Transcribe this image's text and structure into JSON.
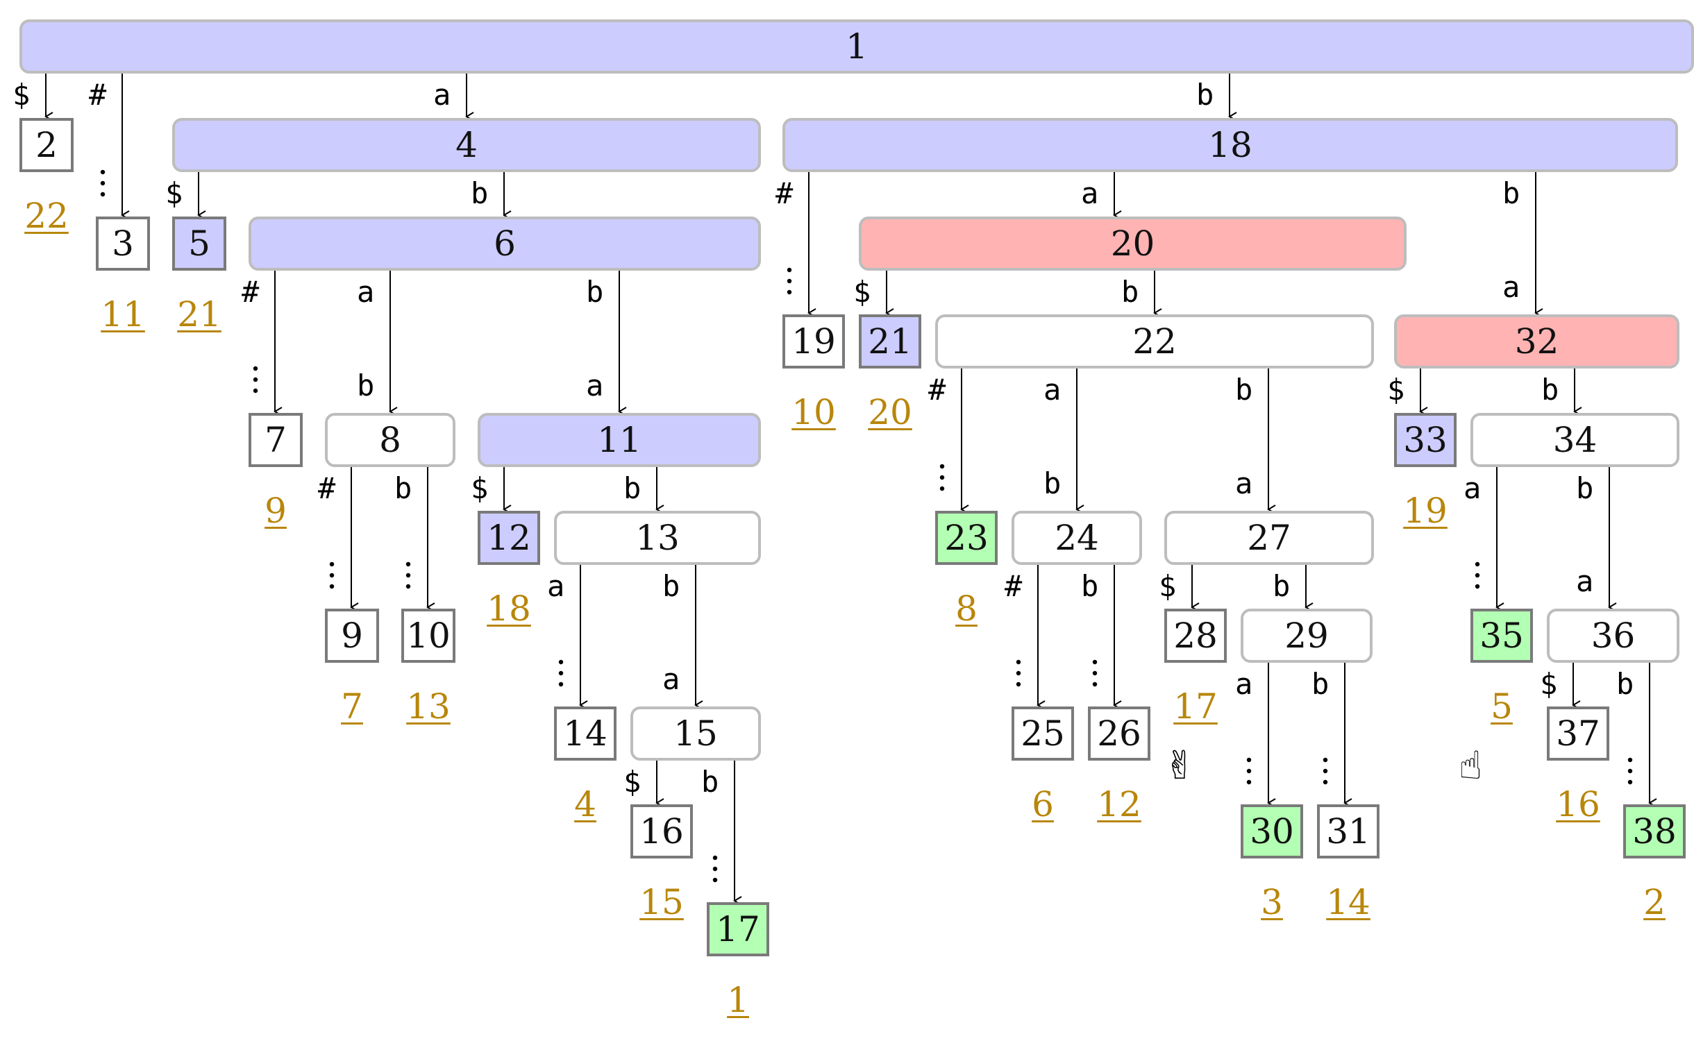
{
  "colors": {
    "blue": "#ccccff",
    "red": "#ffb3b3",
    "green": "#b3ffb3",
    "suffix_text": "#b8860b",
    "edge": "#000000"
  },
  "nodes": [
    {
      "id": "1",
      "label": "1",
      "color": "blue",
      "shape": "wide"
    },
    {
      "id": "2",
      "label": "2",
      "color": "white",
      "shape": "leaf"
    },
    {
      "id": "3",
      "label": "3",
      "color": "white",
      "shape": "leaf"
    },
    {
      "id": "4",
      "label": "4",
      "color": "blue",
      "shape": "wide"
    },
    {
      "id": "18",
      "label": "18",
      "color": "blue",
      "shape": "wide"
    },
    {
      "id": "5",
      "label": "5",
      "color": "blue",
      "shape": "leaf"
    },
    {
      "id": "6",
      "label": "6",
      "color": "blue",
      "shape": "wide"
    },
    {
      "id": "19",
      "label": "19",
      "color": "white",
      "shape": "leaf"
    },
    {
      "id": "20",
      "label": "20",
      "color": "red",
      "shape": "wide"
    },
    {
      "id": "21",
      "label": "21",
      "color": "blue",
      "shape": "leaf"
    },
    {
      "id": "22",
      "label": "22",
      "color": "white",
      "shape": "wide"
    },
    {
      "id": "32",
      "label": "32",
      "color": "red",
      "shape": "wide"
    },
    {
      "id": "7",
      "label": "7",
      "color": "white",
      "shape": "leaf"
    },
    {
      "id": "8",
      "label": "8",
      "color": "white",
      "shape": "wide"
    },
    {
      "id": "11",
      "label": "11",
      "color": "blue",
      "shape": "wide"
    },
    {
      "id": "9",
      "label": "9",
      "color": "white",
      "shape": "leaf"
    },
    {
      "id": "10",
      "label": "10",
      "color": "white",
      "shape": "leaf"
    },
    {
      "id": "12",
      "label": "12",
      "color": "blue",
      "shape": "leaf"
    },
    {
      "id": "13",
      "label": "13",
      "color": "white",
      "shape": "wide"
    },
    {
      "id": "14",
      "label": "14",
      "color": "white",
      "shape": "leaf"
    },
    {
      "id": "15",
      "label": "15",
      "color": "white",
      "shape": "wide"
    },
    {
      "id": "16",
      "label": "16",
      "color": "white",
      "shape": "leaf"
    },
    {
      "id": "17",
      "label": "17",
      "color": "green",
      "shape": "leaf"
    },
    {
      "id": "23",
      "label": "23",
      "color": "green",
      "shape": "leaf"
    },
    {
      "id": "24",
      "label": "24",
      "color": "white",
      "shape": "wide"
    },
    {
      "id": "27",
      "label": "27",
      "color": "white",
      "shape": "wide"
    },
    {
      "id": "25",
      "label": "25",
      "color": "white",
      "shape": "leaf"
    },
    {
      "id": "26",
      "label": "26",
      "color": "white",
      "shape": "leaf"
    },
    {
      "id": "28",
      "label": "28",
      "color": "white",
      "shape": "leaf"
    },
    {
      "id": "29",
      "label": "29",
      "color": "white",
      "shape": "wide"
    },
    {
      "id": "30",
      "label": "30",
      "color": "green",
      "shape": "leaf"
    },
    {
      "id": "31",
      "label": "31",
      "color": "white",
      "shape": "leaf"
    },
    {
      "id": "33",
      "label": "33",
      "color": "blue",
      "shape": "leaf"
    },
    {
      "id": "34",
      "label": "34",
      "color": "white",
      "shape": "wide"
    },
    {
      "id": "35",
      "label": "35",
      "color": "green",
      "shape": "leaf"
    },
    {
      "id": "36",
      "label": "36",
      "color": "white",
      "shape": "wide"
    },
    {
      "id": "37",
      "label": "37",
      "color": "white",
      "shape": "leaf"
    },
    {
      "id": "38",
      "label": "38",
      "color": "green",
      "shape": "leaf"
    }
  ],
  "edges": [
    {
      "from": "1",
      "to": "2",
      "labels": [
        "$"
      ],
      "dotted": false
    },
    {
      "from": "1",
      "to": "3",
      "labels": [
        "#"
      ],
      "dotted": true
    },
    {
      "from": "1",
      "to": "4",
      "labels": [
        "a"
      ],
      "dotted": false
    },
    {
      "from": "1",
      "to": "18",
      "labels": [
        "b"
      ],
      "dotted": false
    },
    {
      "from": "4",
      "to": "5",
      "labels": [
        "$"
      ],
      "dotted": false
    },
    {
      "from": "4",
      "to": "6",
      "labels": [
        "b"
      ],
      "dotted": false
    },
    {
      "from": "6",
      "to": "7",
      "labels": [
        "#"
      ],
      "dotted": true
    },
    {
      "from": "6",
      "to": "8",
      "labels": [
        "a",
        "b"
      ],
      "dotted": false
    },
    {
      "from": "6",
      "to": "11",
      "labels": [
        "b",
        "a"
      ],
      "dotted": false
    },
    {
      "from": "8",
      "to": "9",
      "labels": [
        "#"
      ],
      "dotted": true
    },
    {
      "from": "8",
      "to": "10",
      "labels": [
        "b"
      ],
      "dotted": true
    },
    {
      "from": "11",
      "to": "12",
      "labels": [
        "$"
      ],
      "dotted": false
    },
    {
      "from": "11",
      "to": "13",
      "labels": [
        "b"
      ],
      "dotted": false
    },
    {
      "from": "13",
      "to": "14",
      "labels": [
        "a"
      ],
      "dotted": true
    },
    {
      "from": "13",
      "to": "15",
      "labels": [
        "b",
        "a"
      ],
      "dotted": false
    },
    {
      "from": "15",
      "to": "16",
      "labels": [
        "$"
      ],
      "dotted": false
    },
    {
      "from": "15",
      "to": "17",
      "labels": [
        "b"
      ],
      "dotted": true
    },
    {
      "from": "18",
      "to": "19",
      "labels": [
        "#"
      ],
      "dotted": true
    },
    {
      "from": "18",
      "to": "20",
      "labels": [
        "a"
      ],
      "dotted": false
    },
    {
      "from": "18",
      "to": "32",
      "labels": [
        "b",
        "a"
      ],
      "dotted": false
    },
    {
      "from": "20",
      "to": "21",
      "labels": [
        "$"
      ],
      "dotted": false
    },
    {
      "from": "20",
      "to": "22",
      "labels": [
        "b"
      ],
      "dotted": false
    },
    {
      "from": "22",
      "to": "23",
      "labels": [
        "#"
      ],
      "dotted": true
    },
    {
      "from": "22",
      "to": "24",
      "labels": [
        "a",
        "b"
      ],
      "dotted": false
    },
    {
      "from": "22",
      "to": "27",
      "labels": [
        "b",
        "a"
      ],
      "dotted": false
    },
    {
      "from": "24",
      "to": "25",
      "labels": [
        "#"
      ],
      "dotted": true
    },
    {
      "from": "24",
      "to": "26",
      "labels": [
        "b"
      ],
      "dotted": true
    },
    {
      "from": "27",
      "to": "28",
      "labels": [
        "$"
      ],
      "dotted": false
    },
    {
      "from": "27",
      "to": "29",
      "labels": [
        "b"
      ],
      "dotted": false
    },
    {
      "from": "29",
      "to": "30",
      "labels": [
        "a"
      ],
      "dotted": true
    },
    {
      "from": "29",
      "to": "31",
      "labels": [
        "b"
      ],
      "dotted": true
    },
    {
      "from": "32",
      "to": "33",
      "labels": [
        "$"
      ],
      "dotted": false
    },
    {
      "from": "32",
      "to": "34",
      "labels": [
        "b"
      ],
      "dotted": false
    },
    {
      "from": "34",
      "to": "35",
      "labels": [
        "a"
      ],
      "dotted": true
    },
    {
      "from": "34",
      "to": "36",
      "labels": [
        "b",
        "a"
      ],
      "dotted": false
    },
    {
      "from": "36",
      "to": "37",
      "labels": [
        "$"
      ],
      "dotted": false
    },
    {
      "from": "36",
      "to": "38",
      "labels": [
        "b"
      ],
      "dotted": true
    }
  ],
  "suffix_indices": [
    {
      "node": "2",
      "value": "22"
    },
    {
      "node": "3",
      "value": "11"
    },
    {
      "node": "5",
      "value": "21"
    },
    {
      "node": "7",
      "value": "9"
    },
    {
      "node": "9",
      "value": "7"
    },
    {
      "node": "10",
      "value": "13"
    },
    {
      "node": "12",
      "value": "18"
    },
    {
      "node": "14",
      "value": "4"
    },
    {
      "node": "16",
      "value": "15"
    },
    {
      "node": "17",
      "value": "1"
    },
    {
      "node": "19",
      "value": "10"
    },
    {
      "node": "21",
      "value": "20"
    },
    {
      "node": "23",
      "value": "8"
    },
    {
      "node": "25",
      "value": "6"
    },
    {
      "node": "26",
      "value": "12"
    },
    {
      "node": "28",
      "value": "17"
    },
    {
      "node": "30",
      "value": "3"
    },
    {
      "node": "31",
      "value": "14"
    },
    {
      "node": "33",
      "value": "19"
    },
    {
      "node": "35",
      "value": "5"
    },
    {
      "node": "37",
      "value": "16"
    },
    {
      "node": "38",
      "value": "2"
    }
  ],
  "markers": [
    {
      "name": "peace-hand-icon",
      "glyph": "✌"
    },
    {
      "name": "pointing-hand-icon",
      "glyph": "☝"
    }
  ]
}
